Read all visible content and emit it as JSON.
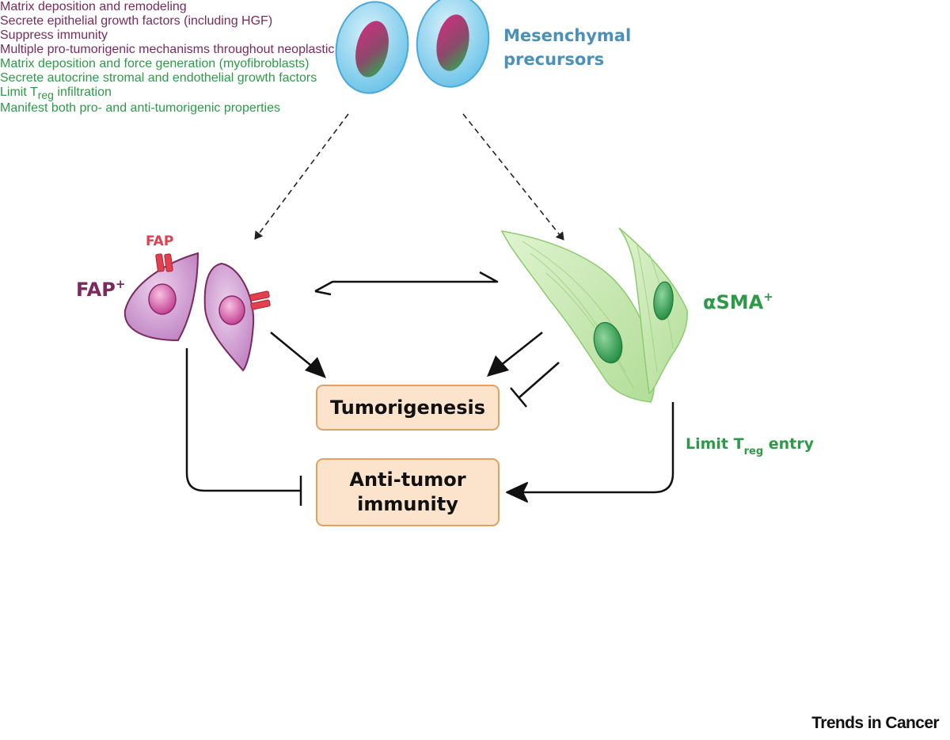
{
  "labels": {
    "precursors_line1": "Mesenchymal",
    "precursors_line2": "precursors",
    "fap_marker": "FAP",
    "fap_cell": "FAP",
    "fap_cell_sup": "+",
    "asma_cell": "αSMA",
    "asma_cell_sup": "+",
    "limit_treg_prefix": "Limit T",
    "limit_treg_sub": "reg",
    "limit_treg_suffix": " entry"
  },
  "boxes": {
    "tumorigenesis": "Tumorigenesis",
    "immunity_line1": "Anti-tumor",
    "immunity_line2": "immunity"
  },
  "fap_properties": [
    {
      "text": "Matrix deposition and remodeling"
    },
    {
      "text": "Secrete epithelial growth factors (including HGF)"
    },
    {
      "text": "Suppress immunity"
    },
    {
      "text": "Multiple pro-tumorigenic mechanisms throughout neoplastic progression"
    }
  ],
  "asma_properties": [
    {
      "text": "Matrix deposition and force generation (myofibroblasts)"
    },
    {
      "text": "Secrete autocrine stromal and endothelial growth factors"
    },
    {
      "text_prefix": "Limit T",
      "text_sub": "reg",
      "text_suffix": " infiltration"
    },
    {
      "text": "Manifest both pro- and anti-tumorigenic properties"
    }
  ],
  "brand": "Trends in Cancer",
  "colors": {
    "fap": "#7b2a5e",
    "fap_marker": "#e2404f",
    "asma": "#2e9a47",
    "precursor_label": "#4a90b8",
    "box_fill": "#fbe3cc",
    "box_stroke": "#e2a064"
  }
}
